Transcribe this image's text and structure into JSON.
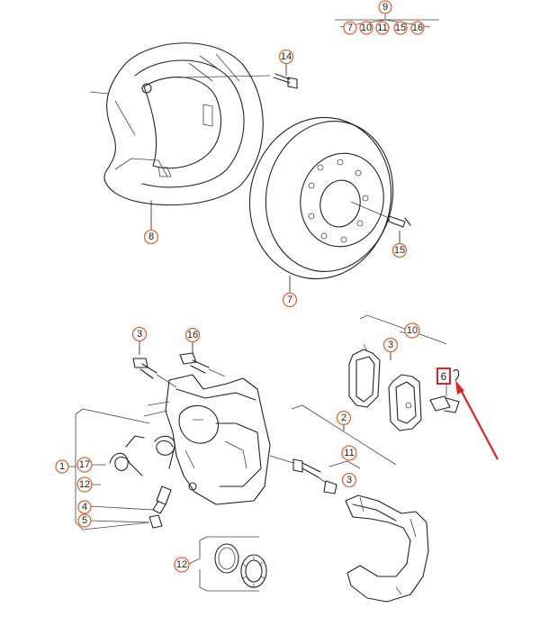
{
  "group_9": {
    "parent": "9",
    "children": [
      "7",
      "10",
      "11",
      "15",
      "16"
    ]
  },
  "callouts": {
    "shield": "8",
    "shield_bolt": "14",
    "disc": "7",
    "disc_screw": "15",
    "bolt_a": "3",
    "bolt_b": "16",
    "pad_a": "3",
    "pad_set": "10",
    "pad_clip": "6",
    "carrier": "2",
    "carrier_bolts": "11",
    "carrier_bolts_sub": "3",
    "caliper": "1",
    "caliper_spring": "17",
    "caliper_sub": "12",
    "bleed_valve": "4",
    "bleed_cap": "5",
    "seal_kit": "12"
  },
  "highlight": {
    "color": "#e02424",
    "target": "6"
  },
  "accent_color": "#e8622c"
}
